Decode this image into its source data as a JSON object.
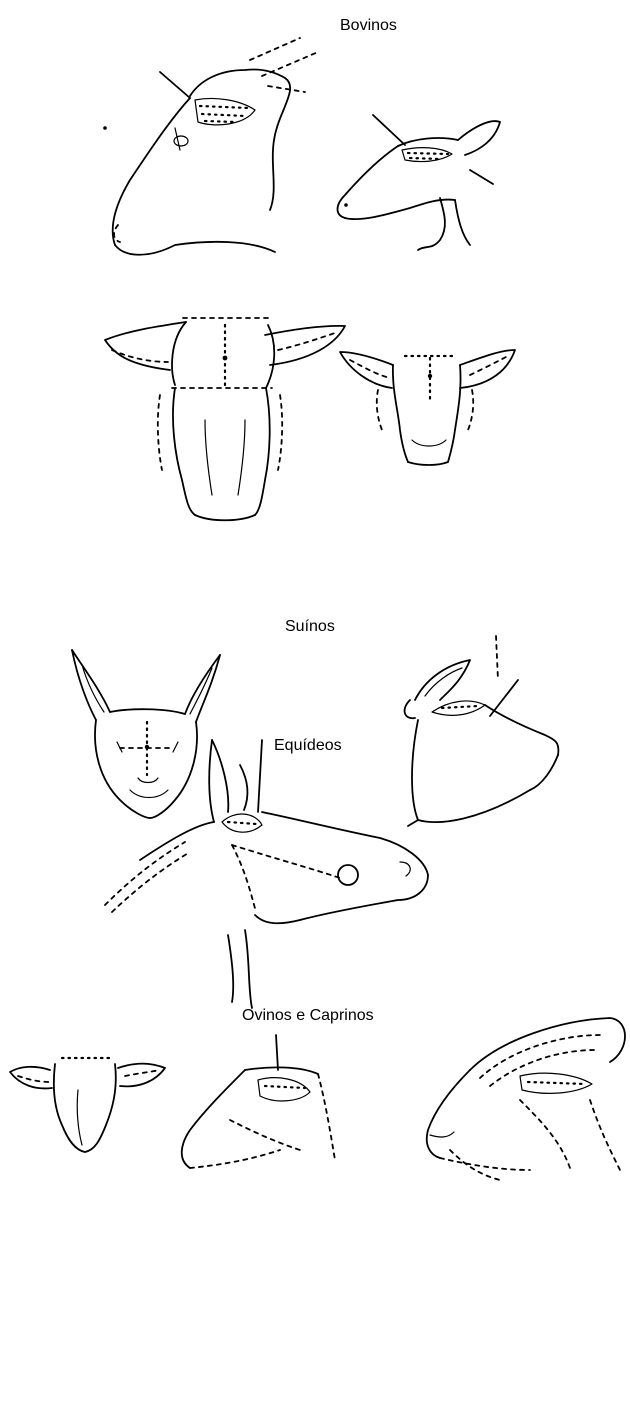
{
  "sections": [
    {
      "label": "Bovinos"
    },
    {
      "label": "Suínos"
    },
    {
      "label": "Equídeos"
    },
    {
      "label": "Ovinos e Caprinos"
    }
  ]
}
